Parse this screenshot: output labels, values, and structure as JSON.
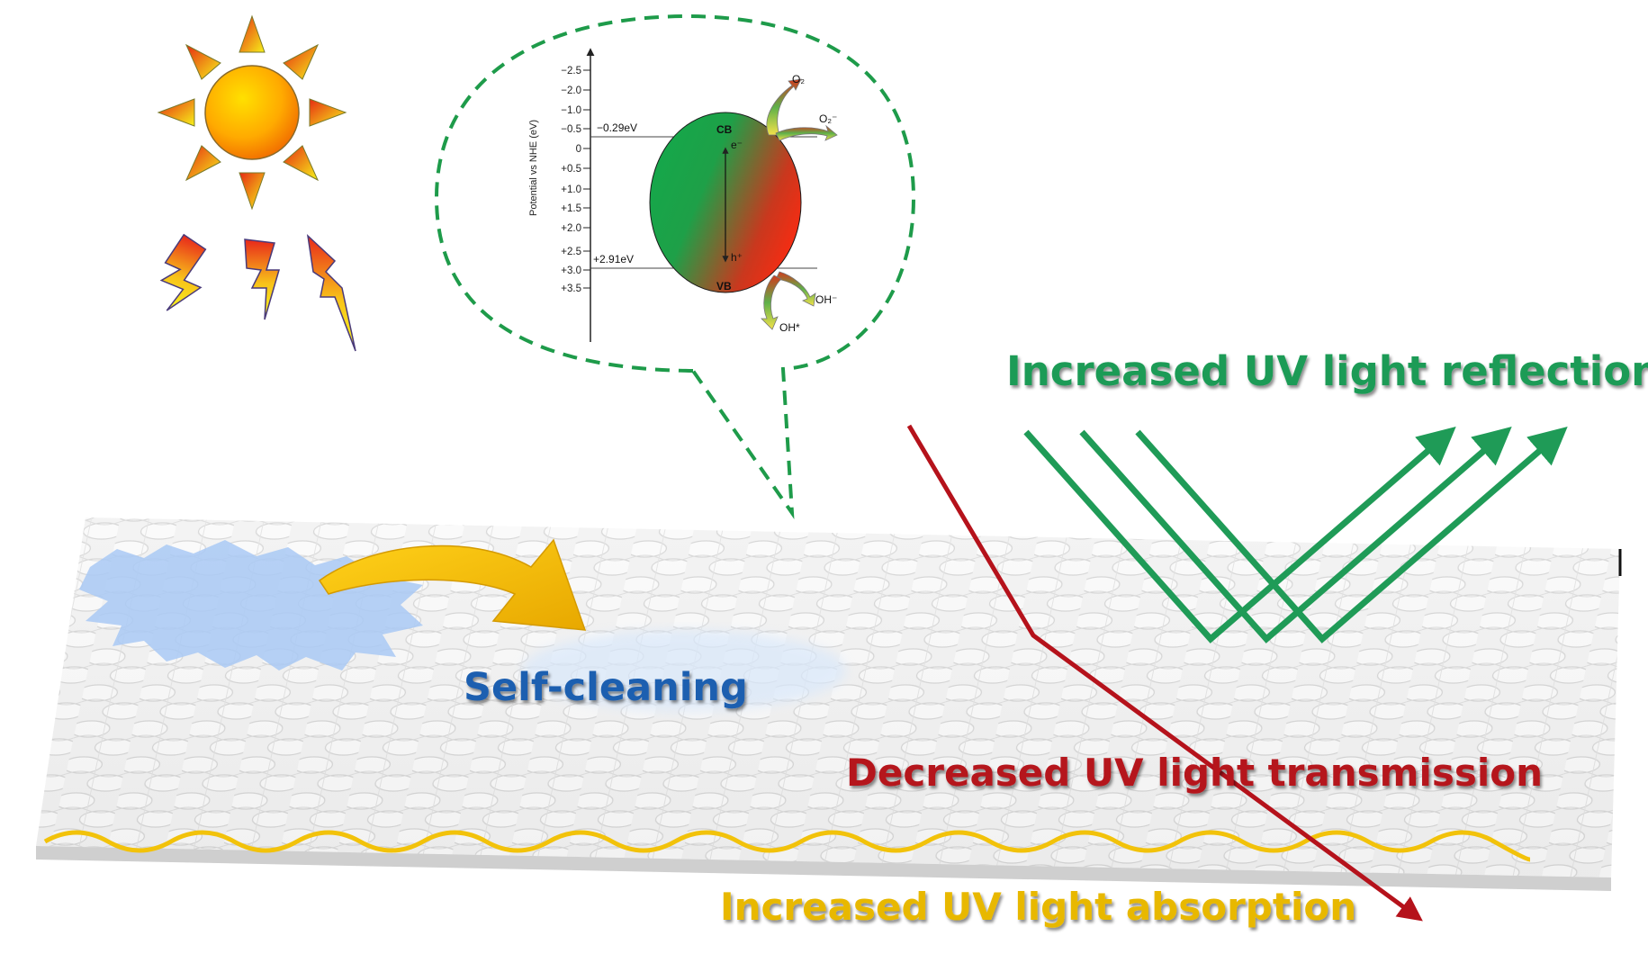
{
  "diagram": {
    "band_diagram": {
      "axis_label": "Potential  vs NHE (eV)",
      "ticks": [
        "−2.5",
        "−2.0",
        "−1.0",
        "−0.5",
        "0",
        "+0.5",
        "+1.0",
        "+1.5",
        "+2.0",
        "+2.5",
        "+3.0",
        "+3.5"
      ],
      "cb_level": "−0.29eV",
      "vb_level": "+2.91eV",
      "cb_label": "CB",
      "vb_label": "VB",
      "electron": "e⁻",
      "hole": "h⁺",
      "o2": "O₂",
      "o2_radical": "O₂⁻",
      "oh_minus": "OH⁻",
      "oh_radical": "OH*"
    },
    "labels": {
      "reflection": "Increased UV light reflection",
      "self_cleaning": "Self-cleaning",
      "transmission": "Decreased UV light transmission",
      "absorption": "Increased UV light absorption"
    },
    "colors": {
      "reflection": "#1f9b57",
      "self_cleaning": "#1f5fb0",
      "transmission": "#b5121b",
      "absorption": "#e8b800",
      "bubble_border": "#1e9b4a"
    }
  }
}
